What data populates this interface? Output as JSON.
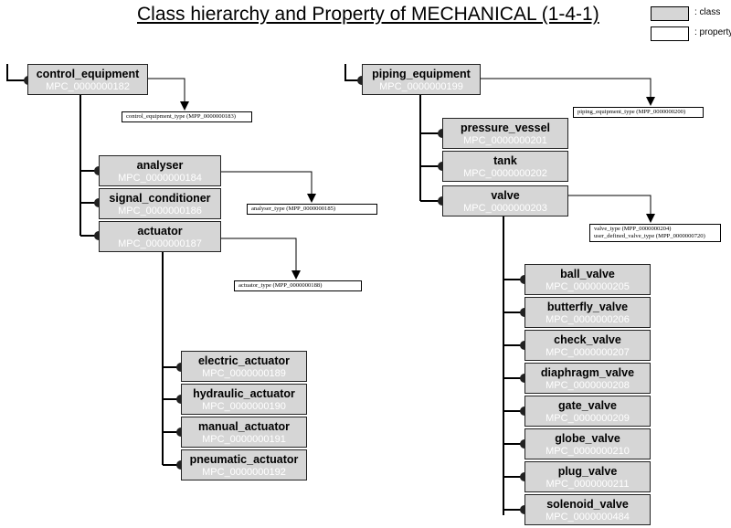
{
  "title": "Class hierarchy and Property of MECHANICAL (1-4-1)",
  "legend": {
    "class_label": ": class",
    "property_label": ": property"
  },
  "classes": {
    "control_equipment": {
      "name": "control_equipment",
      "code": "MPC_0000000182"
    },
    "analyser": {
      "name": "analyser",
      "code": "MPC_0000000184"
    },
    "signal_conditioner": {
      "name": "signal_conditioner",
      "code": "MPC_0000000186"
    },
    "actuator": {
      "name": "actuator",
      "code": "MPC_0000000187"
    },
    "electric_actuator": {
      "name": "electric_actuator",
      "code": "MPC_0000000189"
    },
    "hydraulic_actuator": {
      "name": "hydraulic_actuator",
      "code": "MPC_0000000190"
    },
    "manual_actuator": {
      "name": "manual_actuator",
      "code": "MPC_0000000191"
    },
    "pneumatic_actuator": {
      "name": "pneumatic_actuator",
      "code": "MPC_0000000192"
    },
    "piping_equipment": {
      "name": "piping_equipment",
      "code": "MPC_0000000199"
    },
    "pressure_vessel": {
      "name": "pressure_vessel",
      "code": "MPC_0000000201"
    },
    "tank": {
      "name": "tank",
      "code": "MPC_0000000202"
    },
    "valve": {
      "name": "valve",
      "code": "MPC_0000000203"
    },
    "ball_valve": {
      "name": "ball_valve",
      "code": "MPC_0000000205"
    },
    "butterfly_valve": {
      "name": "butterfly_valve",
      "code": "MPC_0000000206"
    },
    "check_valve": {
      "name": "check_valve",
      "code": "MPC_0000000207"
    },
    "diaphragm_valve": {
      "name": "diaphragm_valve",
      "code": "MPC_0000000208"
    },
    "gate_valve": {
      "name": "gate_valve",
      "code": "MPC_0000000209"
    },
    "globe_valve": {
      "name": "globe_valve",
      "code": "MPC_0000000210"
    },
    "plug_valve": {
      "name": "plug_valve",
      "code": "MPC_0000000211"
    },
    "solenoid_valve": {
      "name": "solenoid_valve",
      "code": "MPC_0000000484"
    }
  },
  "properties": {
    "control_equipment_type": "control_equipment_type (MPP_0000000183)",
    "analyser_type": "analyser_type (MPP_0000000185)",
    "actuator_type": "actuator_type (MPP_0000000188)",
    "piping_equipment_type": "piping_equipment_type (MPP_0000000200)",
    "valve_type": "valve_type (MPP_0000000204)",
    "user_defined_valve_type": "user_defined_valve_type (MPP_0000000720)"
  }
}
